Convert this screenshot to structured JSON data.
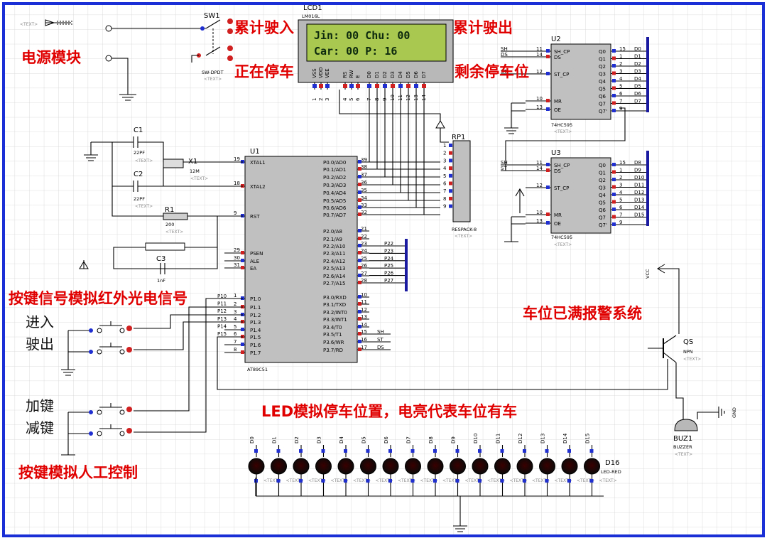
{
  "colors": {
    "frame": "#1a2fd6",
    "grid": "#d4d4d4",
    "chip": "#c0c0c0",
    "lcd_screen": "#a8c850",
    "annotation_red": "#e00000",
    "led_off": "#111111",
    "bus": "#1a1aa0"
  },
  "annotations": {
    "power_module": "电源模块",
    "cum_in": "累计驶入",
    "cum_out": "累计驶出",
    "parking": "正在停车",
    "remaining": "剩余停车位",
    "ir_sim": "按键信号模拟红外光电信号",
    "enter": "进入",
    "exit": "驶出",
    "add_key": "加键",
    "sub_key": "减键",
    "manual": "按键模拟人工控制",
    "full_alarm": "车位已满报警系统",
    "led_note": "LED模拟停车位置，电亮代表车位有车"
  },
  "lcd": {
    "ref": "LCD1",
    "model": "LM016L",
    "line1": "Jin: 00 Chu: 00",
    "line2": "Car: 00    P: 16",
    "pins": [
      "VSS",
      "VDD",
      "VEE",
      "RS",
      "RW",
      "E",
      "D0",
      "D1",
      "D2",
      "D3",
      "D4",
      "D5",
      "D6",
      "D7"
    ],
    "pin_numbers": [
      "1",
      "2",
      "3",
      "4",
      "5",
      "6",
      "7",
      "8",
      "9",
      "10",
      "11",
      "12",
      "13",
      "14"
    ]
  },
  "sw1": {
    "ref": "SW1",
    "model": "SW-DPDT"
  },
  "u1": {
    "ref": "U1",
    "model": "AT89C51",
    "left_pins": [
      {
        "num": "19",
        "name": "XTAL1"
      },
      {
        "num": "18",
        "name": "XTAL2"
      },
      {
        "num": "9",
        "name": "RST"
      },
      {
        "num": "29",
        "name": "PSEN"
      },
      {
        "num": "30",
        "name": "ALE"
      },
      {
        "num": "31",
        "name": "EA"
      },
      {
        "num": "1",
        "name": "P1.0"
      },
      {
        "num": "2",
        "name": "P1.1"
      },
      {
        "num": "3",
        "name": "P1.2"
      },
      {
        "num": "4",
        "name": "P1.3"
      },
      {
        "num": "5",
        "name": "P1.4"
      },
      {
        "num": "6",
        "name": "P1.5"
      },
      {
        "num": "7",
        "name": "P1.6"
      },
      {
        "num": "8",
        "name": "P1.7"
      }
    ],
    "right_pins": [
      {
        "num": "39",
        "name": "P0.0/AD0"
      },
      {
        "num": "38",
        "name": "P0.1/AD1"
      },
      {
        "num": "37",
        "name": "P0.2/AD2"
      },
      {
        "num": "36",
        "name": "P0.3/AD3"
      },
      {
        "num": "35",
        "name": "P0.4/AD4"
      },
      {
        "num": "34",
        "name": "P0.5/AD5"
      },
      {
        "num": "33",
        "name": "P0.6/AD6"
      },
      {
        "num": "32",
        "name": "P0.7/AD7"
      },
      {
        "num": "21",
        "name": "P2.0/A8"
      },
      {
        "num": "22",
        "name": "P2.1/A9"
      },
      {
        "num": "23",
        "name": "P2.2/A10"
      },
      {
        "num": "24",
        "name": "P2.3/A11"
      },
      {
        "num": "25",
        "name": "P2.4/A12"
      },
      {
        "num": "26",
        "name": "P2.5/A13"
      },
      {
        "num": "27",
        "name": "P2.6/A14"
      },
      {
        "num": "28",
        "name": "P2.7/A15"
      },
      {
        "num": "10",
        "name": "P3.0/RXD"
      },
      {
        "num": "11",
        "name": "P3.1/TXD"
      },
      {
        "num": "12",
        "name": "P3.2/INT0"
      },
      {
        "num": "13",
        "name": "P3.3/INT1"
      },
      {
        "num": "14",
        "name": "P3.4/T0"
      },
      {
        "num": "15",
        "name": "P3.5/T1"
      },
      {
        "num": "16",
        "name": "P3.6/WR"
      },
      {
        "num": "17",
        "name": "P3.7/RD"
      }
    ],
    "p1_labels": [
      "P10",
      "P11",
      "P12",
      "P13",
      "P14",
      "P15"
    ],
    "p2_labels": [
      "P22",
      "P23",
      "P24",
      "P25",
      "P26",
      "P27"
    ],
    "p3_labels": [
      "SH",
      "ST",
      "DS"
    ]
  },
  "u2": {
    "ref": "U2",
    "model": "74HC595",
    "left_pins": [
      {
        "num": "11",
        "name": "SH_CP"
      },
      {
        "num": "14",
        "name": "DS"
      },
      {
        "num": "12",
        "name": "ST_CP"
      },
      {
        "num": "10",
        "name": "MR"
      },
      {
        "num": "13",
        "name": "OE"
      }
    ],
    "right_pins": [
      {
        "num": "15",
        "name": "Q0"
      },
      {
        "num": "1",
        "name": "Q1"
      },
      {
        "num": "2",
        "name": "Q2"
      },
      {
        "num": "3",
        "name": "Q3"
      },
      {
        "num": "4",
        "name": "Q4"
      },
      {
        "num": "5",
        "name": "Q5"
      },
      {
        "num": "6",
        "name": "Q6"
      },
      {
        "num": "7",
        "name": "Q7"
      },
      {
        "num": "9",
        "name": "Q7'"
      }
    ],
    "outputs": [
      "D0",
      "D1",
      "D2",
      "D3",
      "D4",
      "D5",
      "D6",
      "D7"
    ],
    "inputs": [
      "SH",
      "DS",
      "ST"
    ]
  },
  "u3": {
    "ref": "U3",
    "model": "74HC595",
    "left_pins": [
      {
        "num": "11",
        "name": "SH_CP"
      },
      {
        "num": "14",
        "name": "DS"
      },
      {
        "num": "12",
        "name": "ST_CP"
      },
      {
        "num": "10",
        "name": "MR"
      },
      {
        "num": "13",
        "name": "OE"
      }
    ],
    "right_pins": [
      {
        "num": "15",
        "name": "Q0"
      },
      {
        "num": "1",
        "name": "Q1"
      },
      {
        "num": "2",
        "name": "Q2"
      },
      {
        "num": "3",
        "name": "Q3"
      },
      {
        "num": "4",
        "name": "Q4"
      },
      {
        "num": "5",
        "name": "Q5"
      },
      {
        "num": "6",
        "name": "Q6"
      },
      {
        "num": "7",
        "name": "Q7"
      },
      {
        "num": "9",
        "name": "Q7'"
      }
    ],
    "outputs": [
      "D8",
      "D9",
      "D10",
      "D11",
      "D12",
      "D13",
      "D14",
      "D15"
    ],
    "inputs": [
      "SH",
      "ST"
    ]
  },
  "rp1": {
    "ref": "RP1",
    "model": "RESPACK-8",
    "pins": [
      "1",
      "2",
      "3",
      "4",
      "5",
      "6",
      "7",
      "8",
      "9"
    ]
  },
  "c1": {
    "ref": "C1",
    "value": "22PF"
  },
  "c2": {
    "ref": "C2",
    "value": "22PF"
  },
  "c3": {
    "ref": "C3",
    "value": "1nF"
  },
  "x1": {
    "ref": "X1",
    "value": "12M"
  },
  "r1": {
    "ref": "R1",
    "value": "200"
  },
  "q5": {
    "ref": "QS",
    "model": "NPN"
  },
  "buz1": {
    "ref": "BUZ1",
    "model": "BUZZER"
  },
  "vcc_label": "VCC",
  "gnd_label": "GND",
  "text_placeholder": "<TEXT>",
  "leds": {
    "labels": [
      "D0",
      "D1",
      "D2",
      "D3",
      "D4",
      "D5",
      "D6",
      "D7",
      "D8",
      "D9",
      "D10",
      "D11",
      "D12",
      "D13",
      "D14",
      "D15"
    ],
    "last_ref": "D16",
    "model": "LED-RED"
  }
}
